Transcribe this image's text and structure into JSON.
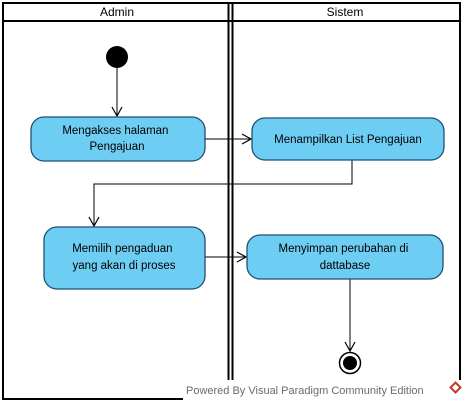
{
  "diagram": {
    "lanes": [
      {
        "title": "Admin"
      },
      {
        "title": "Sistem"
      }
    ],
    "actions": {
      "akses": {
        "lines": [
          "Mengakses halaman",
          "Pengajuan"
        ]
      },
      "tampil": {
        "lines": [
          "Menampilkan List Pengajuan"
        ]
      },
      "pilih": {
        "lines": [
          "Memilih pengaduan",
          "yang akan di proses"
        ]
      },
      "simpan": {
        "lines": [
          "Menyimpan perubahan di",
          "dattabase"
        ]
      }
    },
    "watermark": "Powered By Visual Paradigm Community Edition",
    "colors": {
      "action_fill": "#6ecdf3",
      "action_stroke": "#1f4f75",
      "line": "#000000",
      "watermark_icon": "#c0392b"
    }
  }
}
